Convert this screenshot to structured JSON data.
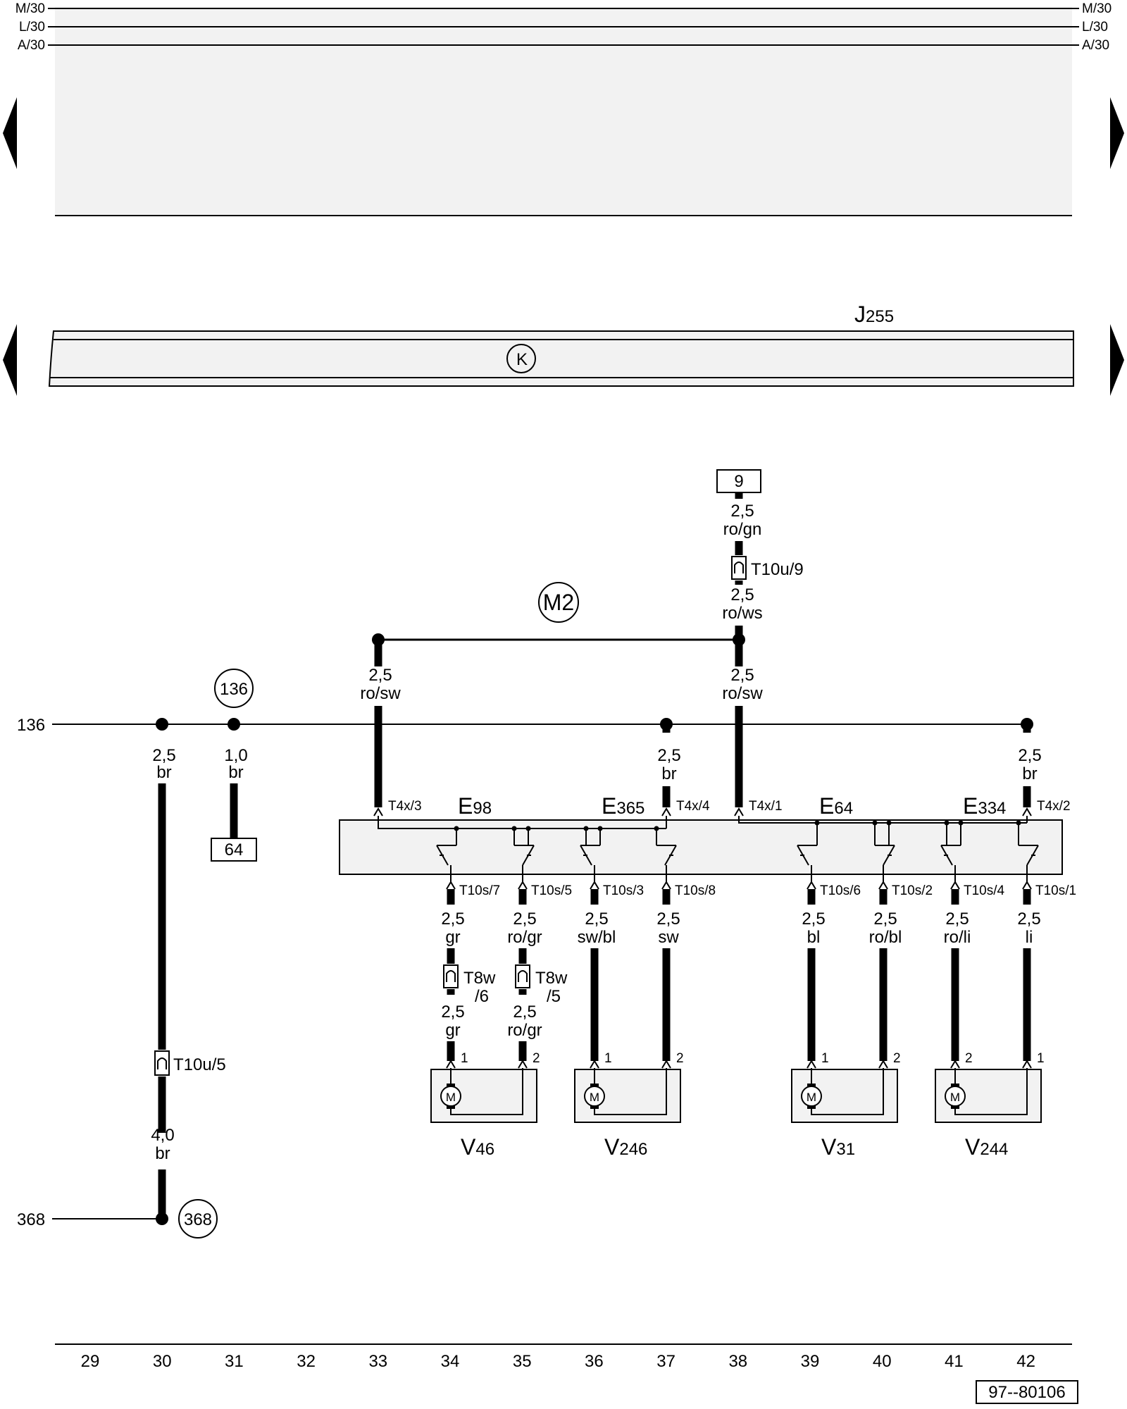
{
  "bus": {
    "rails": [
      "M/30",
      "L/30",
      "A/30"
    ]
  },
  "control_unit": {
    "letter": "J",
    "number": "255",
    "symbol": "K"
  },
  "wire_refs": {
    "left_136": "136",
    "left_368": "368"
  },
  "circles": {
    "c136": "136",
    "c368": "368",
    "m2": "M2"
  },
  "boxes": {
    "b9": "9",
    "b64": "64"
  },
  "wires": {
    "w_br30_top": [
      "2,5",
      "br"
    ],
    "w_br31": [
      "1,0",
      "br"
    ],
    "w_br30_bot": [
      "4,0",
      "br"
    ],
    "w_rosw_33": [
      "2,5",
      "ro/sw"
    ],
    "w_rosw_38": [
      "2,5",
      "ro/sw"
    ],
    "w_rogn": [
      "2,5",
      "ro/gn"
    ],
    "w_rows": [
      "2,5",
      "ro/ws"
    ],
    "w_br37": [
      "2,5",
      "br"
    ],
    "w_br42": [
      "2,5",
      "br"
    ],
    "w_gr_a": [
      "2,5",
      "gr"
    ],
    "w_rogr_a": [
      "2,5",
      "ro/gr"
    ],
    "w_gr_b": [
      "2,5",
      "gr"
    ],
    "w_rogr_b": [
      "2,5",
      "ro/gr"
    ],
    "w_swbl": [
      "2,5",
      "sw/bl"
    ],
    "w_sw": [
      "2,5",
      "sw"
    ],
    "w_bl": [
      "2,5",
      "bl"
    ],
    "w_robl": [
      "2,5",
      "ro/bl"
    ],
    "w_roli": [
      "2,5",
      "ro/li"
    ],
    "w_li": [
      "2,5",
      "li"
    ]
  },
  "connectors": {
    "t10u9": "T10u/9",
    "t10u5": "T10u/5",
    "t8w": "T8w",
    "t8w_6": "/6",
    "t8w_5": "/5",
    "t4x3": "T4x/3",
    "t4x4": "T4x/4",
    "t4x1": "T4x/1",
    "t4x2": "T4x/2",
    "t10s7": "T10s/7",
    "t10s5": "T10s/5",
    "t10s3": "T10s/3",
    "t10s8": "T10s/8",
    "t10s6": "T10s/6",
    "t10s2": "T10s/2",
    "t10s4": "T10s/4",
    "t10s1": "T10s/1"
  },
  "switches": [
    {
      "letter": "E",
      "number": "98"
    },
    {
      "letter": "E",
      "number": "365"
    },
    {
      "letter": "E",
      "number": "64"
    },
    {
      "letter": "E",
      "number": "334"
    }
  ],
  "motors": [
    {
      "letter": "V",
      "number": "46",
      "pins": [
        "1",
        "2"
      ],
      "symbol": "M"
    },
    {
      "letter": "V",
      "number": "246",
      "pins": [
        "1",
        "2"
      ],
      "symbol": "M"
    },
    {
      "letter": "V",
      "number": "31",
      "pins": [
        "1",
        "2"
      ],
      "symbol": "M"
    },
    {
      "letter": "V",
      "number": "244",
      "pins": [
        "2",
        "1"
      ],
      "symbol": "M"
    }
  ],
  "columns": [
    "29",
    "30",
    "31",
    "32",
    "33",
    "34",
    "35",
    "36",
    "37",
    "38",
    "39",
    "40",
    "41",
    "42"
  ],
  "doc_number": "97--80106",
  "colors": {
    "line": "#000000",
    "fill": "#f2f2f2",
    "background": "#ffffff"
  }
}
